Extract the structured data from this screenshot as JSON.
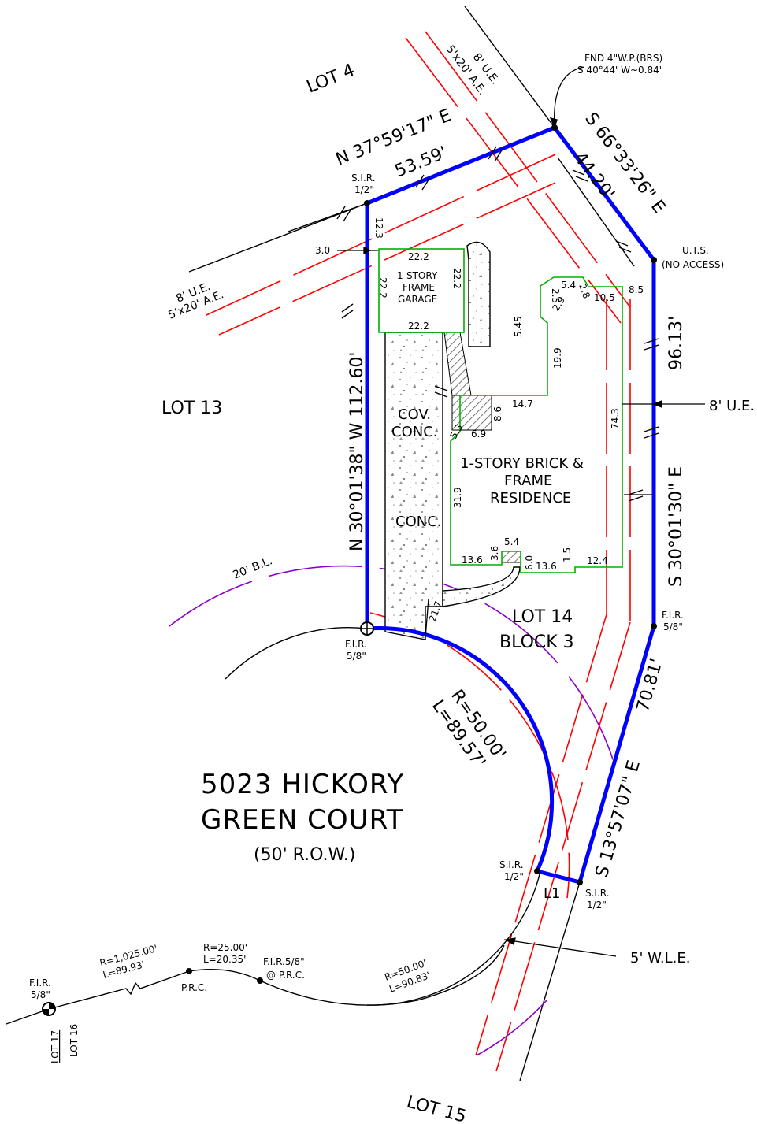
{
  "lots": {
    "lot4": "LOT 4",
    "lot13": "LOT 13",
    "lot14": "LOT 14",
    "block3": "BLOCK 3",
    "lot15": "LOT 15",
    "lot17": "LOT 17",
    "lot16": "LOT 16"
  },
  "street": {
    "line1": "5023 HICKORY",
    "line2": "GREEN COURT",
    "row": "(50' R.O.W.)"
  },
  "bearings": {
    "north_bearing": "N 37°59'17\" E",
    "north_dist": "53.59'",
    "ne_bearing": "S 66°33'26\" E",
    "ne_dist": "44.20'",
    "east_bearing": "S 30°01'30\" E",
    "east_dist": "96.13'",
    "west_bearing": "N 30°01'38\" W 112.60'",
    "se_bearing": "S 13°57'07\" E",
    "se_dist": "70.81'",
    "curve_r": "R=50.00'",
    "curve_l": "L=89.57'",
    "l1": "L1"
  },
  "monuments": {
    "fnd_line1": "FND 4\"W.P.(BRS)",
    "fnd_line2": "S 40°44' W~0.84'",
    "sir_nw_a": "S.I.R.",
    "sir_nw_b": "1/2\"",
    "uts_a": "U.T.S.",
    "uts_b": "(NO ACCESS)",
    "fir_e_a": "F.I.R.",
    "fir_e_b": "5/8\"",
    "fir_w_a": "F.I.R.",
    "fir_w_b": "5/8\"",
    "sir_s1_a": "S.I.R.",
    "sir_s1_b": "1/2\"",
    "sir_s2_a": "S.I.R.",
    "sir_s2_b": "1/2\"",
    "fir_far_a": "F.I.R.",
    "fir_far_b": "5/8\"",
    "fir_prc": "F.I.R.5/8\"",
    "at_prc": "@ P.R.C.",
    "prc": "P.R.C."
  },
  "easements": {
    "ue_top": "8' U.E.",
    "ae_top": "5'x20' A.E.",
    "ue_left": "8' U.E.",
    "ae_left": "5'x20' A.E.",
    "ue_right": "8' U.E.",
    "bl": "20' B.L.",
    "wle": "5' W.L.E."
  },
  "curves": {
    "c1_r": "R=1,025.00'",
    "c1_l": "L=89.93'",
    "c2_r": "R=25.00'",
    "c2_l": "L=20.35'",
    "c3_r": "R=50.00'",
    "c3_l": "L=90.83'"
  },
  "structures": {
    "garage_l1": "1-STORY",
    "garage_l2": "FRAME",
    "garage_l3": "GARAGE",
    "res_l1": "1-STORY BRICK &",
    "res_l2": "FRAME",
    "res_l3": "RESIDENCE",
    "cov_l1": "COV.",
    "cov_l2": "CONC.",
    "conc": "CONC."
  },
  "dims": {
    "g_top": "22.2",
    "g_bot": "22.2",
    "g_left": "22.2",
    "g_right": "22.2",
    "off_3": "3.0",
    "off_123": "12.3",
    "d_25": "2.5",
    "d_54a": "5.4",
    "d_28": "2.8",
    "d_105": "10.5",
    "d_545": "5.45",
    "d_29": "2.9",
    "d_19": "19.9",
    "d_147": "14.7",
    "d_86": "8.6",
    "d_53": "5.3",
    "d_69": "6.9",
    "d_319": "31.9",
    "d_743": "74.3",
    "d_85": "8.5",
    "d_136a": "13.6",
    "d_36": "3.6",
    "d_54b": "5.4",
    "d_60": "6.0",
    "d_136b": "13.6",
    "d_15": "1.5",
    "d_124": "12.4",
    "d_217": "21.7"
  },
  "colors": {
    "boundary": "#0000ff",
    "easement": "#ff0000",
    "building_line": "#8a00c8",
    "structure": "#00b000"
  }
}
